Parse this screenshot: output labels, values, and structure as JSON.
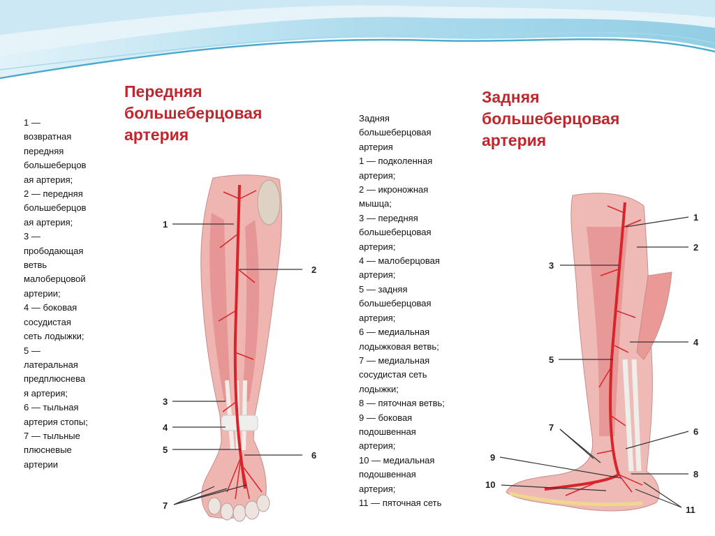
{
  "left_title": [
    "Передняя",
    "большеберцовая",
    "артерия"
  ],
  "right_title": [
    "Задняя",
    "большеберцовая",
    "артерия"
  ],
  "left_legend": [
    "1 —",
    "возвратная",
    "передняя",
    "большеберцов",
    "ая артерия;",
    "2 — передняя",
    "большеберцов",
    "ая артерия;",
    "3 —",
    "прободающая",
    "ветвь",
    "малоберцовой",
    "артерии;",
    "4 — боковая",
    "сосудистая",
    "сеть лодыжки;",
    "5 —",
    "латеральная",
    "предплюснева",
    "я артерия;",
    "6 — тыльная",
    "артерия стопы;",
    "7 — тыльные",
    "плюсневые",
    "артерии"
  ],
  "right_legend": [
    "Задняя",
    "большеберцовая",
    "артерия",
    "1 — подколенная",
    "артерия;",
    "2 — икроножная",
    "мышца;",
    "3 — передняя",
    "большеберцовая",
    "артерия;",
    "4 — малоберцовая",
    "артерия;",
    "5 — задняя",
    "большеберцовая",
    "артерия;",
    "6 — медиальная",
    "лодыжковая ветвь;",
    "7 — медиальная",
    "сосудистая сеть",
    "лодыжки;",
    "8 — пяточная ветвь;",
    "9 — боковая",
    "подошвенная",
    "артерия;",
    "10 — медиальная",
    "подошвенная",
    "артерия;",
    "11 — пяточная сеть"
  ],
  "front_callouts": [
    "1",
    "2",
    "3",
    "4",
    "5",
    "6",
    "7"
  ],
  "back_callouts": [
    "1",
    "2",
    "3",
    "4",
    "5",
    "6",
    "7",
    "8",
    "9",
    "10",
    "11"
  ],
  "colors": {
    "title": "#c0272d",
    "artery": "#d8242a",
    "muscle": "#e9a0a0",
    "tendon": "#e6e6e4",
    "wave": "#5fb6d6"
  }
}
